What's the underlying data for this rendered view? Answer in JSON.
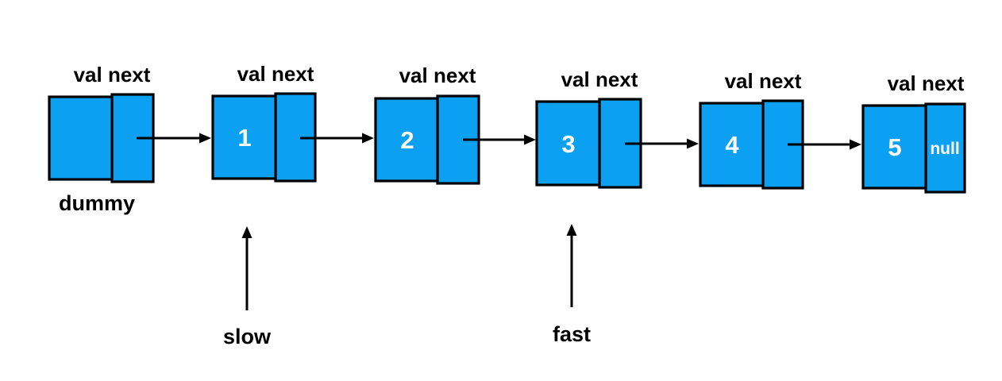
{
  "diagram": {
    "type": "linked-list",
    "background": "#ffffff",
    "node_fill": "#0CA0F2",
    "border_color": "#000000",
    "value_text_color": "#ffffff",
    "label_text_color": "#000000"
  },
  "nodes": [
    {
      "header": "val next",
      "value": "",
      "caption": "dummy"
    },
    {
      "header": "val next",
      "value": "1"
    },
    {
      "header": "val next",
      "value": "2"
    },
    {
      "header": "val next",
      "value": "3"
    },
    {
      "header": "val next",
      "value": "4"
    },
    {
      "header": "val next",
      "value": "5",
      "next_value": "null"
    }
  ],
  "pointers": [
    {
      "label": "slow",
      "points_to": "1"
    },
    {
      "label": "fast",
      "points_to": "3"
    }
  ]
}
